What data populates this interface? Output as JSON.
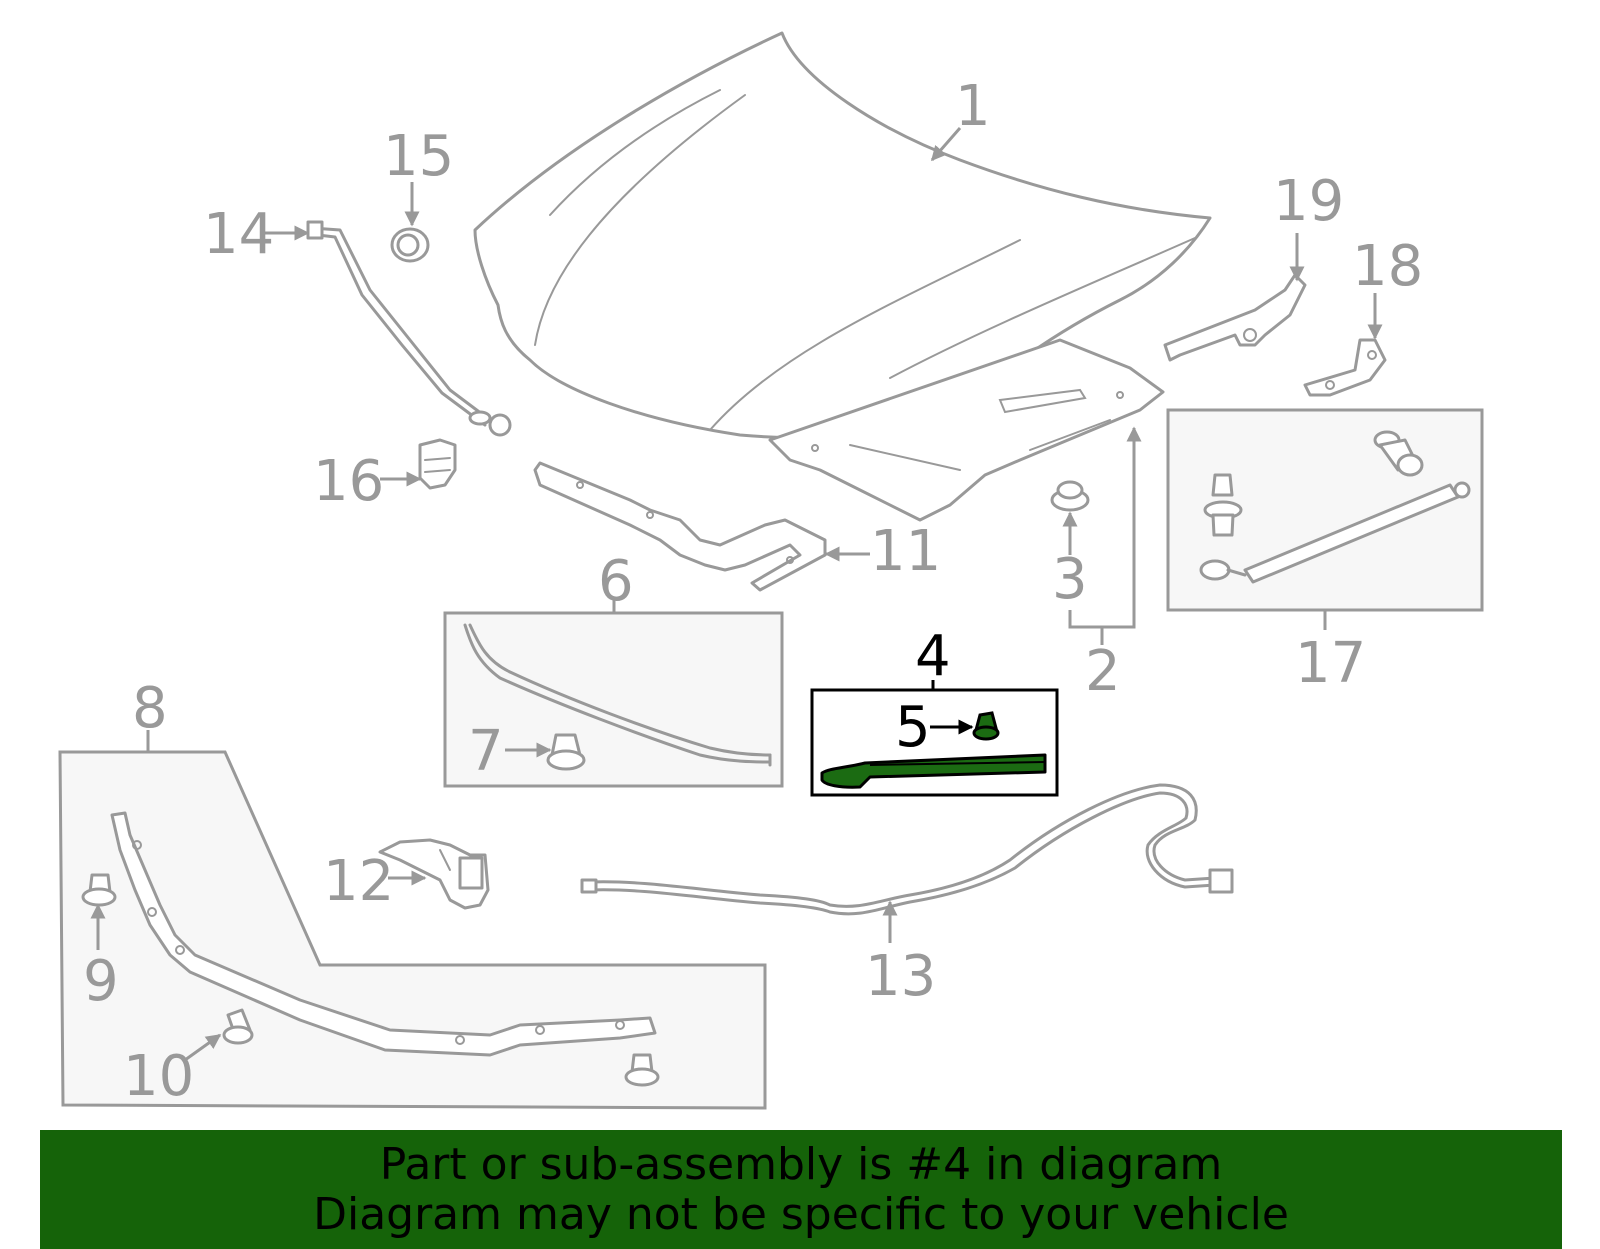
{
  "colors": {
    "part_stroke": "#999999",
    "highlight_stroke": "#000000",
    "highlight_fill": "#1b6b12",
    "box_fill": "#f7f7f7",
    "banner_bg": "#156309",
    "banner_text": "#000000"
  },
  "callouts": {
    "c1": "1",
    "c2": "2",
    "c3": "3",
    "c4": "4",
    "c5": "5",
    "c6": "6",
    "c7": "7",
    "c8": "8",
    "c9": "9",
    "c10": "10",
    "c11": "11",
    "c12": "12",
    "c13": "13",
    "c14": "14",
    "c15": "15",
    "c16": "16",
    "c17": "17",
    "c18": "18",
    "c19": "19"
  },
  "highlighted_part": "4",
  "banner": {
    "line1": "Part or sub-assembly is #4 in diagram",
    "line2": "Diagram may not be specific to your vehicle"
  }
}
